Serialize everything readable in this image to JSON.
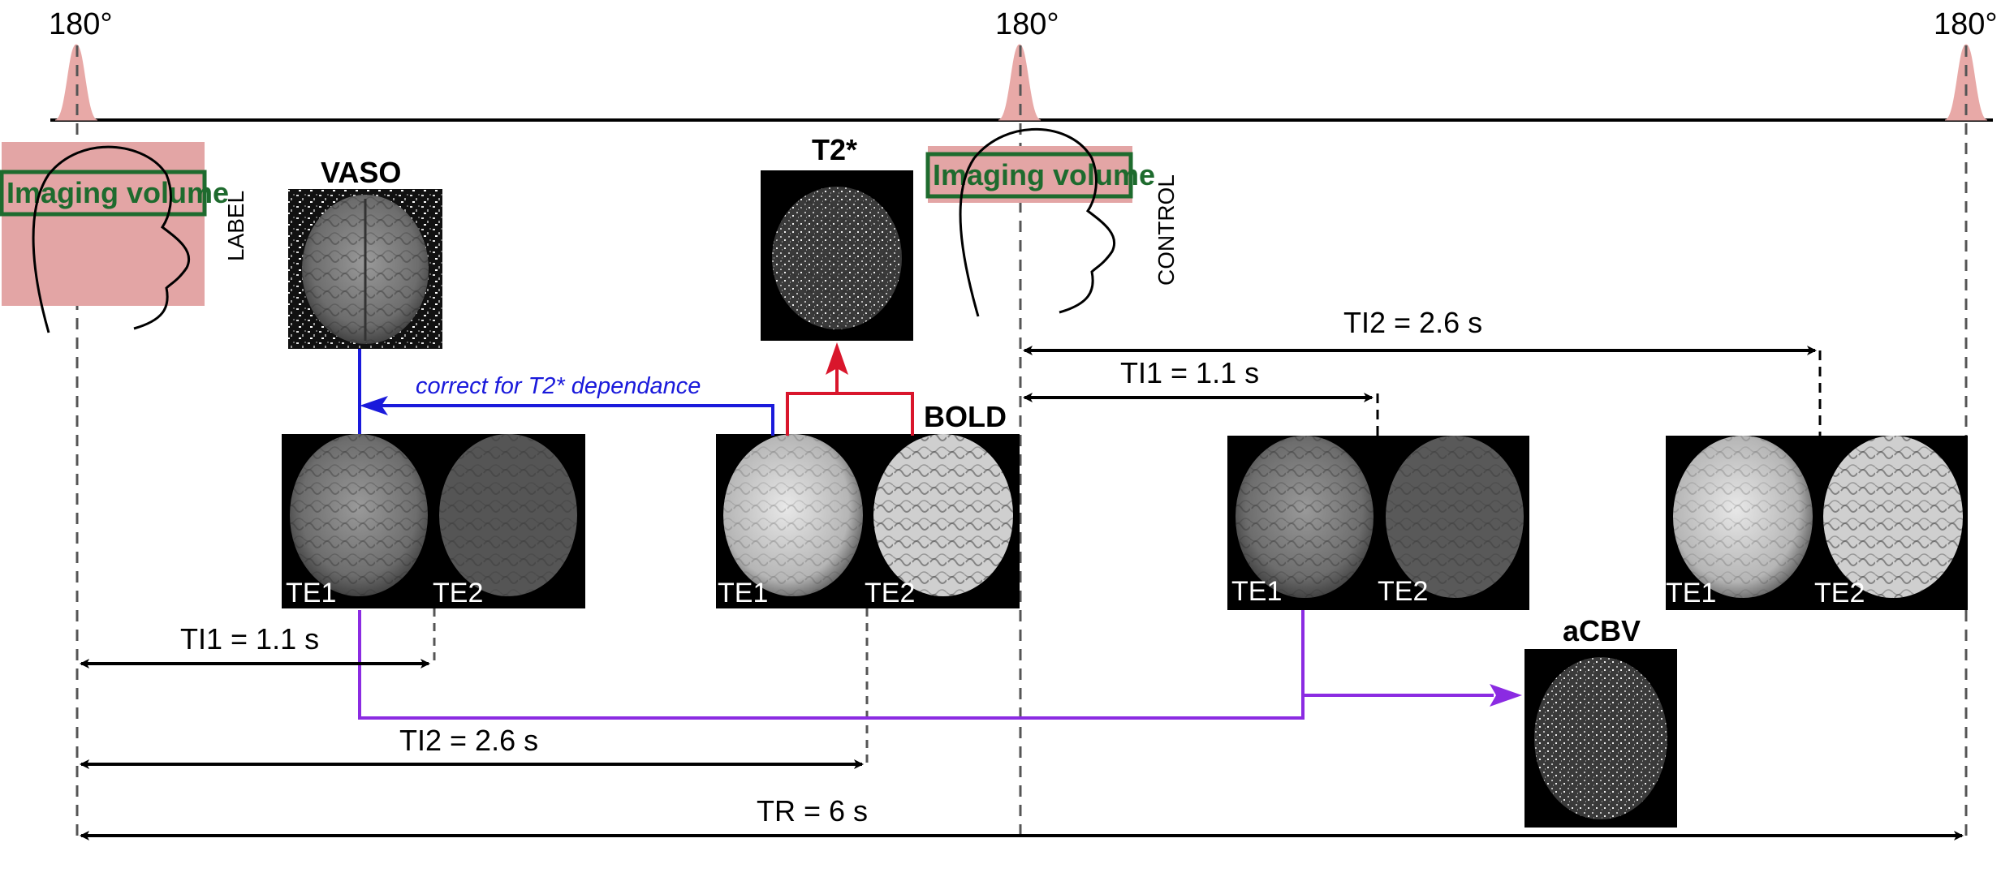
{
  "pulses": [
    {
      "label": "180°"
    },
    {
      "label": "180°"
    },
    {
      "label": "180°"
    }
  ],
  "labels": {
    "label_phase": "LABEL",
    "control_phase": "CONTROL",
    "imaging_volume_1": "Imaging volume",
    "imaging_volume_2": "Imaging volume",
    "vaso": "VASO",
    "t2star": "T2*",
    "bold": "BOLD",
    "acbv": "aCBV",
    "correction": "correct for T2* dependance"
  },
  "timings": {
    "ti1_label": "TI1 = 1.1 s",
    "ti2_label": "TI2 = 2.6 s",
    "ti1_control": "TI1 = 1.1 s",
    "ti2_control": "TI2 = 2.6 s",
    "tr": "TR = 6 s"
  },
  "echoes": {
    "vaso_te1": "TE1",
    "vaso_te2": "TE2",
    "bold_te1": "TE1",
    "bold_te2": "TE2",
    "ctrl1_te1": "TE1",
    "ctrl1_te2": "TE2",
    "ctrl2_te1": "TE1",
    "ctrl2_te2": "TE2"
  },
  "colors": {
    "pulse": "#e8a9a7",
    "imaging_box": "#1e6b2e",
    "label_region": "#e3a5a5",
    "vaso_path": "#1a1adb",
    "bold_path": "#d9162c",
    "acbv_path": "#8b2be2"
  }
}
